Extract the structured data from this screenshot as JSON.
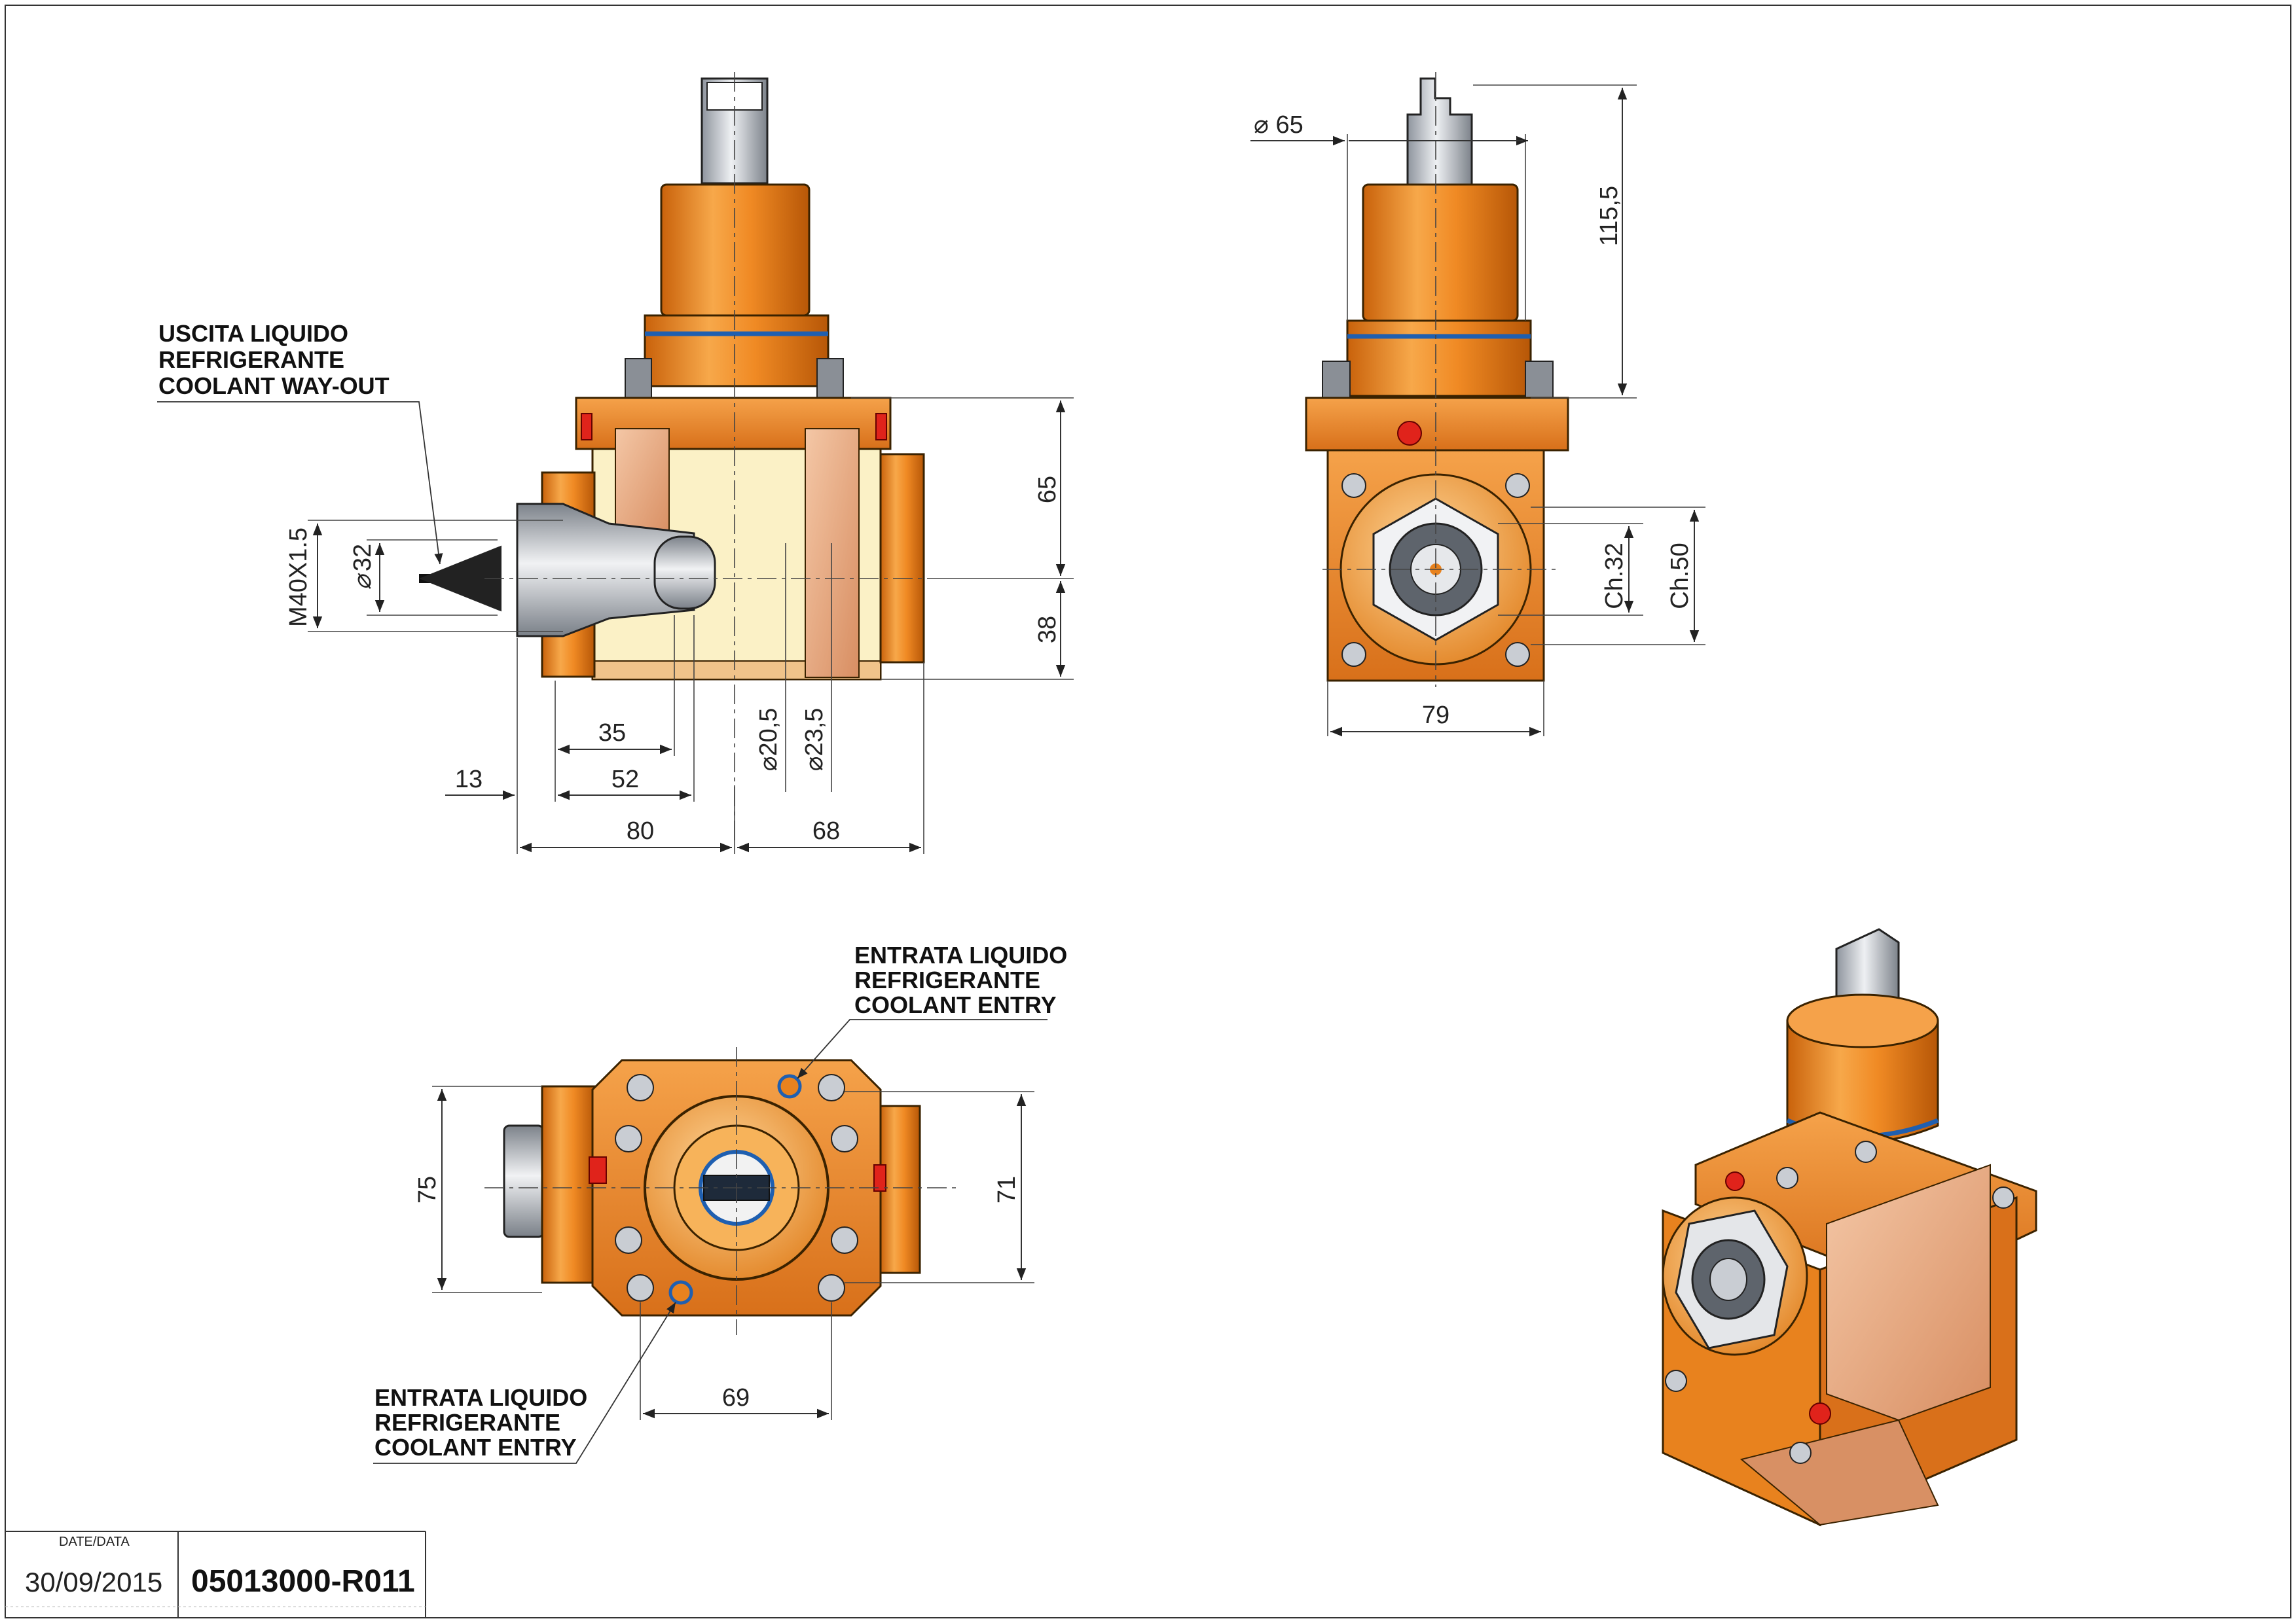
{
  "colors": {
    "housing_orange": "#E8821E",
    "housing_light": "#F7B35A",
    "cream_section": "#FBF1C6",
    "steel": "#B9BEC6",
    "oring_blue": "#1F5FB0",
    "plug_red": "#E0231B",
    "copper_face": "#E7A982"
  },
  "callouts": {
    "coolant_out": [
      "USCITA LIQUIDO",
      "REFRIGERANTE",
      "COOLANT WAY-OUT"
    ],
    "coolant_in_top": [
      "ENTRATA LIQUIDO",
      "REFRIGERANTE",
      "COOLANT ENTRY"
    ],
    "coolant_in_bottom": [
      "ENTRATA LIQUIDO",
      "REFRIGERANTE",
      "COOLANT ENTRY"
    ]
  },
  "dimensions": {
    "side_view": {
      "thread": "M40X1.5",
      "dia_32": "32",
      "d35": "35",
      "d13": "13",
      "d52": "52",
      "d80": "80",
      "d68": "68",
      "dia_20_5": "20,5",
      "dia_23_5": "23,5",
      "d65": "65",
      "d38": "38"
    },
    "front_view": {
      "dia_65": "65",
      "h115_5": "115,5",
      "ch32": "Ch.32",
      "ch50": "Ch.50",
      "w79": "79"
    },
    "top_view": {
      "h75": "75",
      "h71": "71",
      "w69": "69"
    }
  },
  "title_block": {
    "date_label": "DATE/DATA",
    "date": "30/09/2015",
    "code": "05013000-R011"
  }
}
